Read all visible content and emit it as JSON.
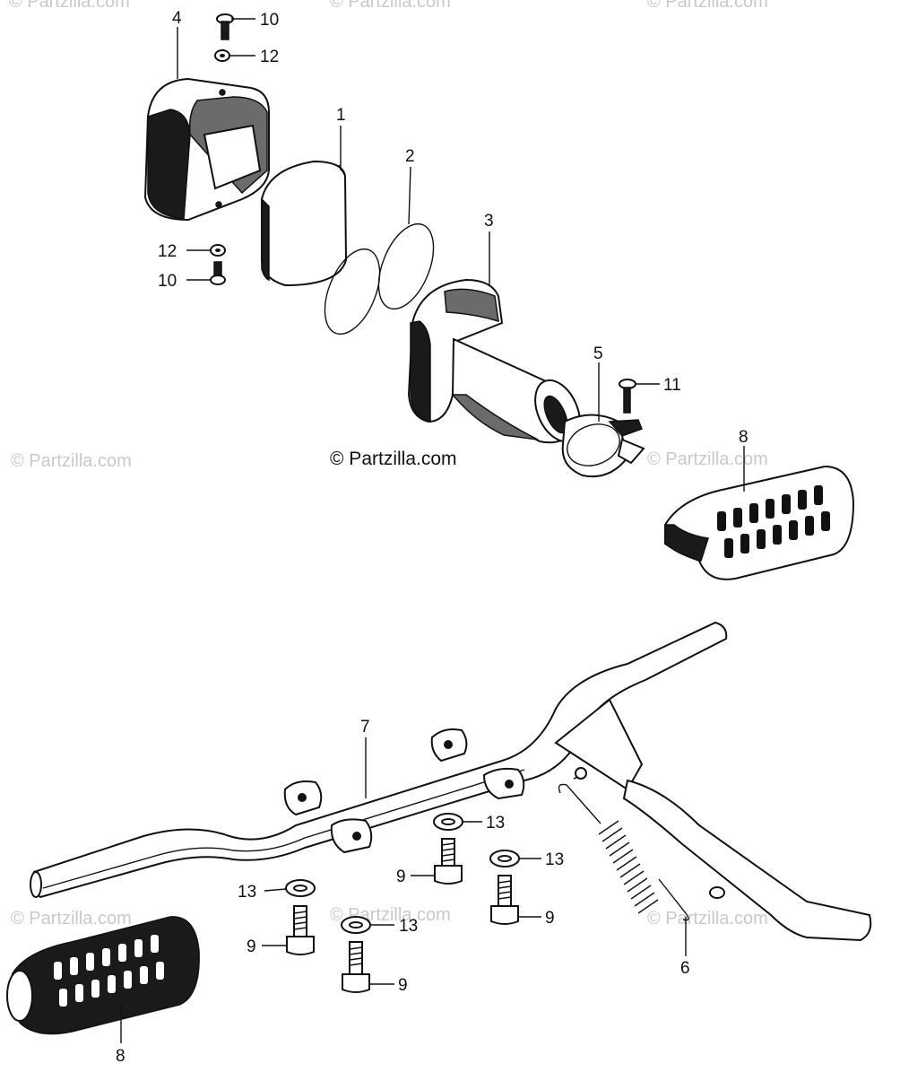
{
  "watermark": "© Partzilla.com",
  "copyright": "© Partzilla.com",
  "callouts": {
    "c1": "1",
    "c2": "2",
    "c3": "3",
    "c4": "4",
    "c5": "5",
    "c6": "6",
    "c7": "7",
    "c8a": "8",
    "c8b": "8",
    "c9a": "9",
    "c9b": "9",
    "c9c": "9",
    "c9d": "9",
    "c10a": "10",
    "c10b": "10",
    "c11": "11",
    "c12a": "12",
    "c12b": "12",
    "c13a": "13",
    "c13b": "13",
    "c13c": "13",
    "c13d": "13"
  }
}
